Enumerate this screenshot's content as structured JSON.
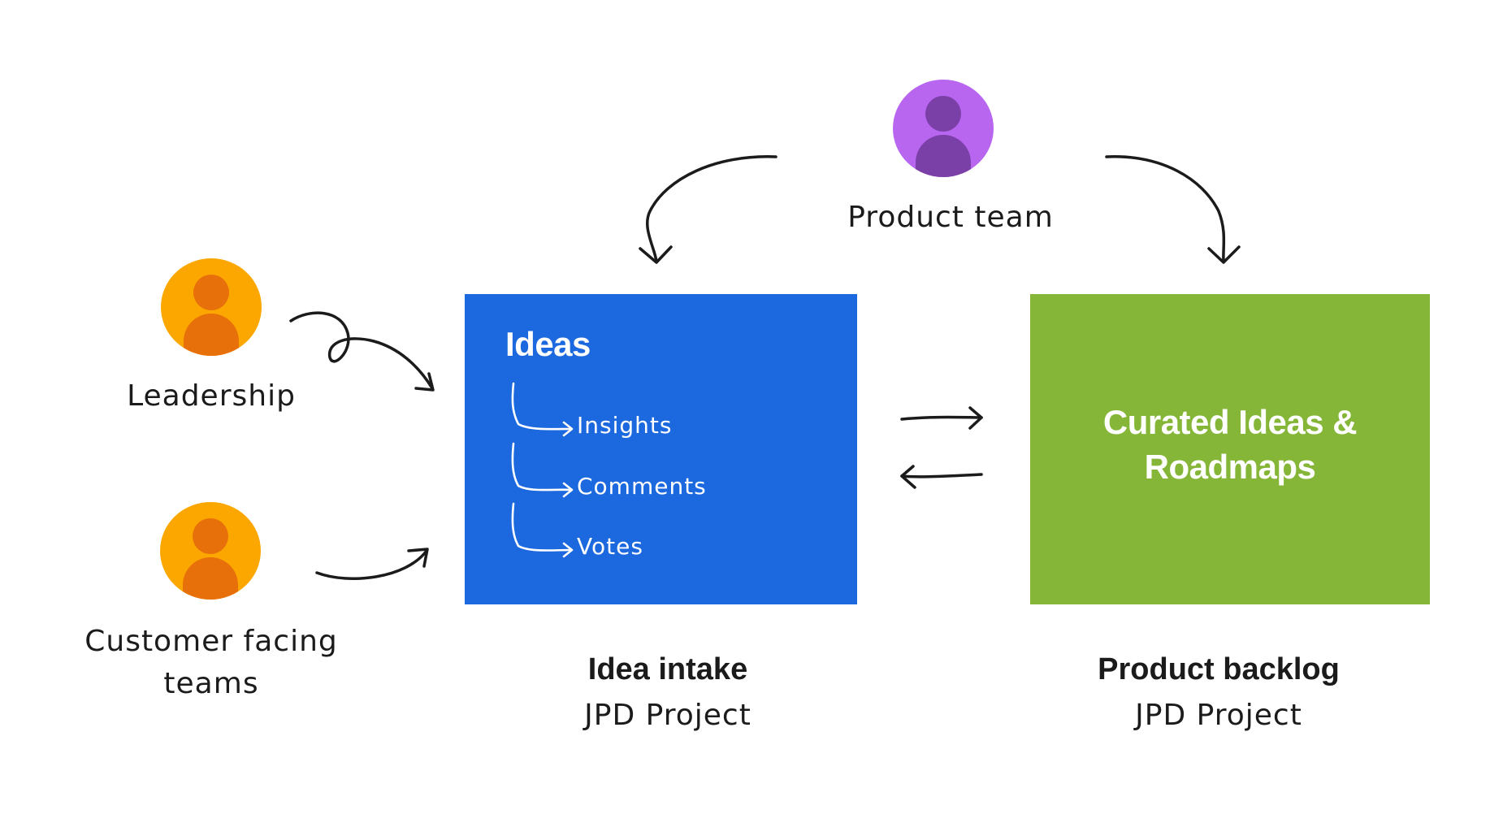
{
  "actors": {
    "product_team": {
      "label": "Product team",
      "color": "#b865f0",
      "figure_color": "#7b3fa8"
    },
    "leadership": {
      "label": "Leadership",
      "color": "#fba700",
      "figure_color": "#e8700a"
    },
    "customer_facing": {
      "label": "Customer facing\nteams",
      "color": "#fba700",
      "figure_color": "#e8700a"
    }
  },
  "ideas_box": {
    "title": "Ideas",
    "items": [
      "Insights",
      "Comments",
      "Votes"
    ],
    "color": "#1c68df"
  },
  "curated_box": {
    "title": "Curated Ideas &\nRoadmaps",
    "color": "#85b637"
  },
  "captions": {
    "intake": {
      "title": "Idea intake",
      "subtitle": "JPD Project"
    },
    "backlog": {
      "title": "Product backlog",
      "subtitle": "JPD Project"
    }
  }
}
